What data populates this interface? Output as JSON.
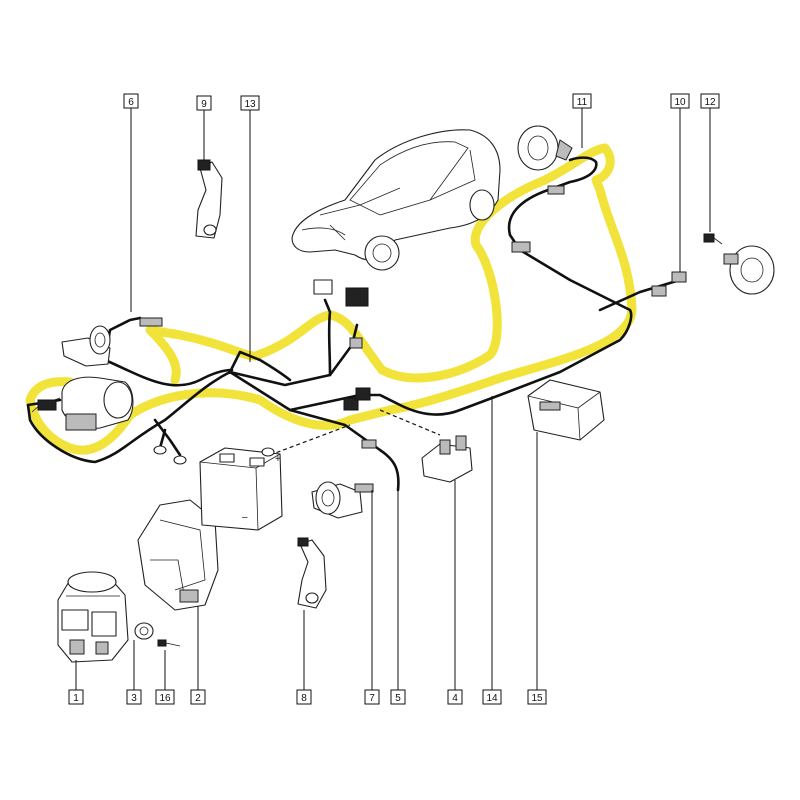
{
  "colors": {
    "highlight": "#f2e33a",
    "line": "#111111",
    "background": "#ffffff"
  },
  "callouts": [
    {
      "id": "c1",
      "label": "1"
    },
    {
      "id": "c2",
      "label": "2"
    },
    {
      "id": "c3",
      "label": "3"
    },
    {
      "id": "c4",
      "label": "4"
    },
    {
      "id": "c5",
      "label": "5"
    },
    {
      "id": "c6",
      "label": "6"
    },
    {
      "id": "c7",
      "label": "7"
    },
    {
      "id": "c8",
      "label": "8"
    },
    {
      "id": "c9",
      "label": "9"
    },
    {
      "id": "c10",
      "label": "10"
    },
    {
      "id": "c11",
      "label": "11"
    },
    {
      "id": "c12",
      "label": "12"
    },
    {
      "id": "c13",
      "label": "13"
    },
    {
      "id": "c14",
      "label": "14"
    },
    {
      "id": "c15",
      "label": "15"
    },
    {
      "id": "c16",
      "label": "16"
    }
  ],
  "battery": {
    "plus": "+",
    "minus": "–"
  },
  "icons": [
    "car-icon",
    "abs-hydraulic-unit-icon",
    "battery-icon",
    "wheel-hub-icon",
    "sensor-icon",
    "bracket-icon",
    "relay-icon",
    "connector-icon"
  ]
}
